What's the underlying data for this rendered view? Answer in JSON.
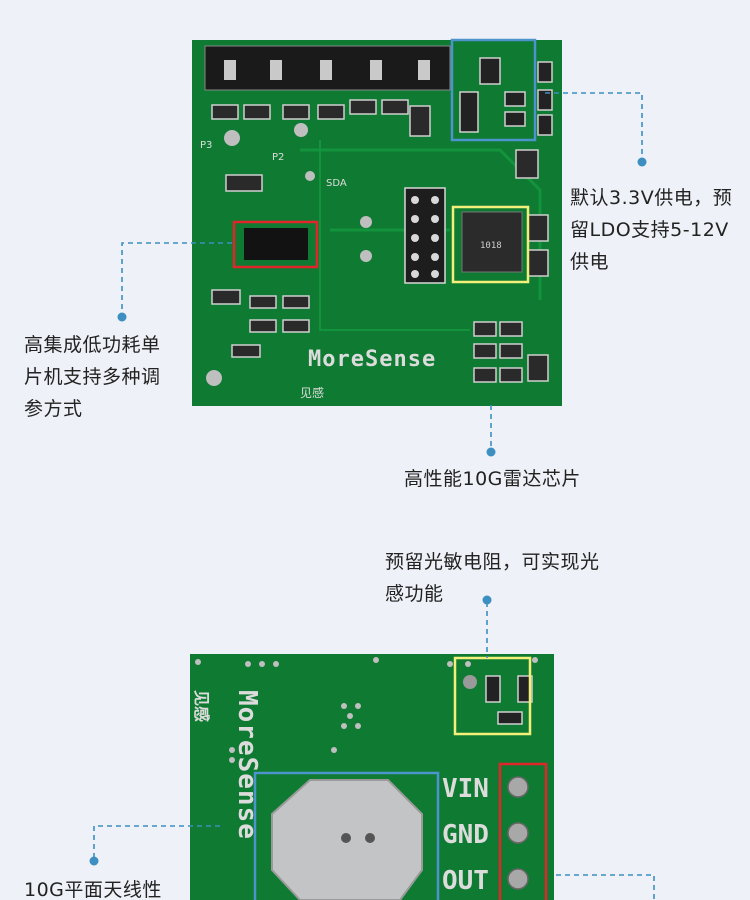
{
  "callouts": {
    "power": "默认3.3V供电，预留LDO支持5-12V供电",
    "mcu": "高集成低功耗单片机支持多种调参方式",
    "radar": "高性能10G雷达芯片",
    "photo": "预留光敏电阻，可实现光感功能",
    "antenna": "10G平面天线性"
  },
  "board_top": {
    "brand": "MoreSense",
    "brand_cn": "见感",
    "silk_sda": "SDA",
    "silk_p3": "P3",
    "silk_p2": "P2",
    "chip_text": "1018"
  },
  "board_bottom": {
    "brand": "MoreSense",
    "brand_cn": "见感",
    "pin_vin": "VIN",
    "pin_gnd": "GND",
    "pin_out": "OUT"
  },
  "colors": {
    "background": "#eef1f7",
    "pcb": "#0f7a32",
    "callout_line": "#3c8fc0",
    "box_blue": "#4d93cc",
    "box_red": "#e0262b",
    "box_yellow": "#f2f07a"
  }
}
